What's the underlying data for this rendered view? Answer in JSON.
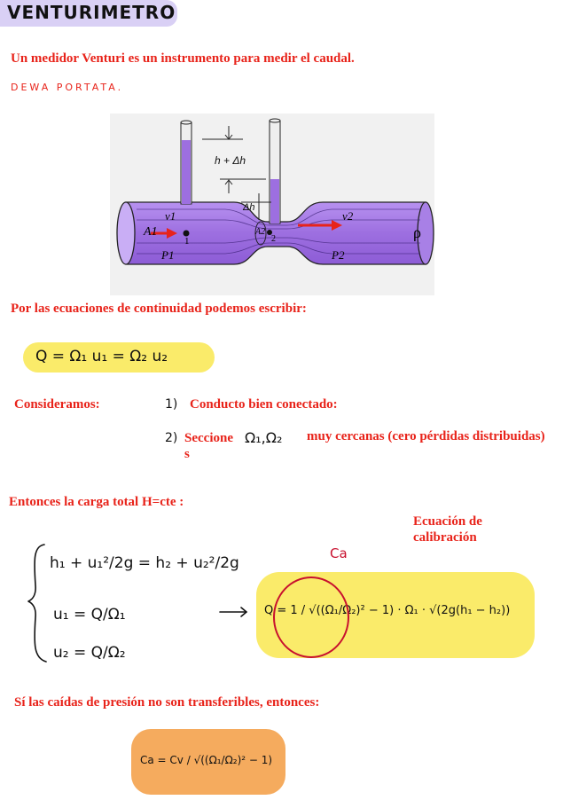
{
  "title": "VENTURIMETRO",
  "intro": "Un medidor Venturi es un instrumento para medir el caudal.",
  "handwritten_note": "DEWA PORTATA.",
  "diagram": {
    "h_label": "h + Δh",
    "dh_label": "Δh",
    "v1": "v1",
    "v2": "v2",
    "A1": "A1",
    "A2": "A2",
    "P1": "P1",
    "P2": "P2",
    "point1": "1",
    "point2": "2",
    "rho": "ρ"
  },
  "continuity_text": "Por las ecuaciones de continuidad podemos escribir:",
  "continuity_formula": "Q = Ω₁ u₁ = Ω₂ u₂",
  "consideramos_label": "Consideramos:",
  "considerations": [
    {
      "num": "1)",
      "text": "Conducto bien conectado:"
    },
    {
      "num": "2)",
      "text_a": "Seccione",
      "text_b": "s",
      "sections": "Ω₁,Ω₂",
      "text_c": "muy cercanas (cero pérdidas distribuidas)"
    }
  ],
  "carga_text": "Entonces la carga total H=cte :",
  "calibration_label_1": "Ecuación de",
  "calibration_label_2": "calibración",
  "ca_label": "Ca",
  "system": {
    "eq1": "h₁ + u₁²/2g = h₂ + u₂²/2g",
    "eq2": "u₁ = Q/Ω₁",
    "eq3": "u₂ = Q/Ω₂"
  },
  "result_formula": "Q = 1 / √((Ω₁/Ω₂)² − 1) · Ω₁ · √(2g(h₁ − h₂))",
  "transfer_text": "Sí las caídas de presión no son transferibles, entonces:",
  "ca_formula": "Ca = Cv / √((Ω₁/Ω₂)² − 1)",
  "colors": {
    "red": "#e8231a",
    "title_highlight": "#d9d0f5",
    "yellow": "#faeb6a",
    "orange": "#f5ab5e",
    "pipe": "#9d6fe0"
  }
}
